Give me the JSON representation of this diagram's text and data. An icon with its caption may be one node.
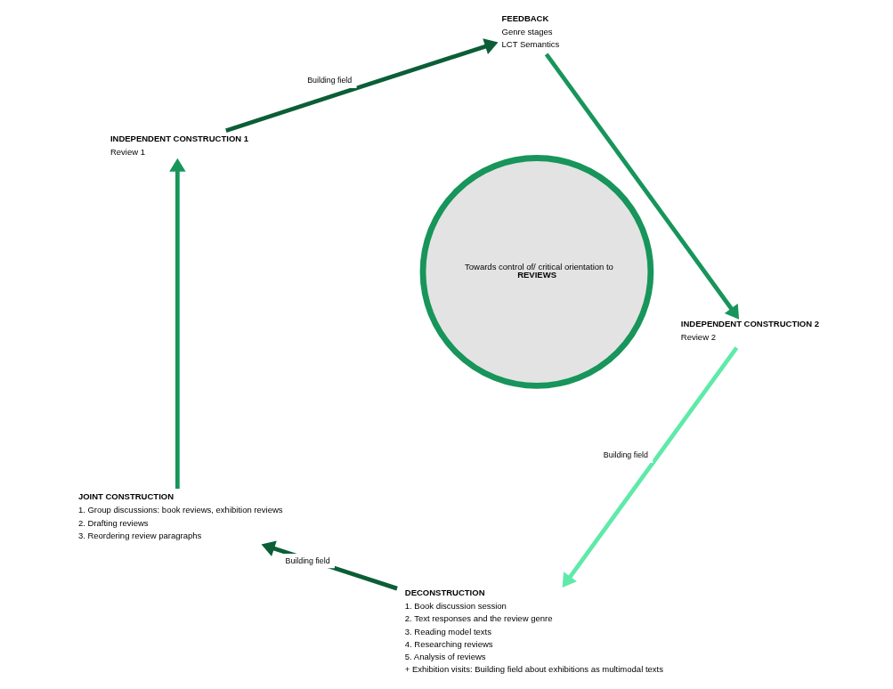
{
  "diagram": {
    "nodes": [
      {
        "text": [
          "DECONSTRUCTION",
          "1. Book discussion session",
          "2. Text responses and the review genre",
          "3. Reading model texts",
          "4. Researching reviews",
          "5. Analysis of reviews",
          "+ Exhibition visits: Building field about exhibitions as multimodal texts"
        ]
      },
      {
        "text": [
          "JOINT CONSTRUCTION",
          "1. Group discussions: book reviews, exhibition reviews",
          "2. Drafting reviews",
          "3. Reordering review paragraphs"
        ]
      },
      {
        "text": [
          "INDEPENDENT CONSTRUCTION 1",
          "Review 1"
        ]
      },
      {
        "text": [
          "FEEDBACK",
          "Genre stages",
          "LCT Semantics"
        ]
      },
      {
        "text": [
          "INDEPENDENT CONSTRUCTION 2",
          "Review 2"
        ]
      },
      {
        "text": [
          "Towards control of/ critical orientation to",
          "REVIEWS"
        ]
      }
    ],
    "edges": [
      {
        "from": 4,
        "to": 0,
        "arrow": "to",
        "label": "Building field",
        "color": "#5eeaa8"
      },
      {
        "from": 0,
        "to": 1,
        "arrow": "to",
        "label": "Building field",
        "color": "#0b5e36"
      },
      {
        "from": 1,
        "to": 2,
        "arrow": "to",
        "color": "#17955a"
      },
      {
        "from": 2,
        "to": 3,
        "arrow": "to",
        "label": "Building field",
        "color": "#0b5e36"
      },
      {
        "from": 3,
        "to": 4,
        "arrow": "to",
        "color": "#17955a"
      }
    ]
  }
}
